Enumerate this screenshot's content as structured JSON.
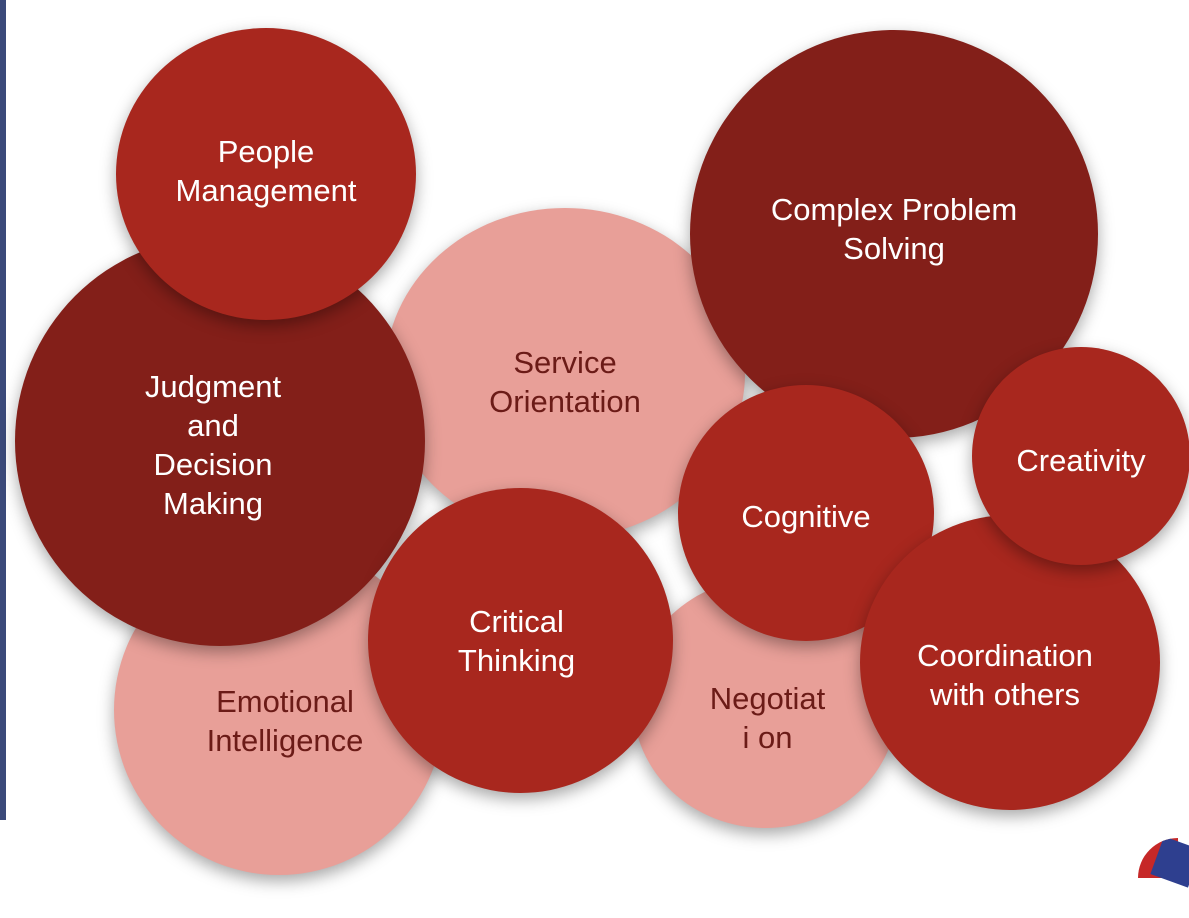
{
  "bubbles": {
    "emotional_intelligence": "Emotional Intelligence",
    "service_orientation": "Service Orientation",
    "negotiation": "Negotiati on",
    "judgment": "Judgment and Decision Making",
    "people_management": "People Management",
    "critical_thinking": "Critical Thinking",
    "complex_problem_solving": "Complex Problem Solving",
    "cognitive": "Cognitive",
    "coordination": "Coordination with others",
    "creativity": "Creativity"
  },
  "colors": {
    "light": "#e89f98",
    "mid": "#a8271e",
    "dark": "#831f19",
    "left_rule": "#3b4a7a"
  }
}
